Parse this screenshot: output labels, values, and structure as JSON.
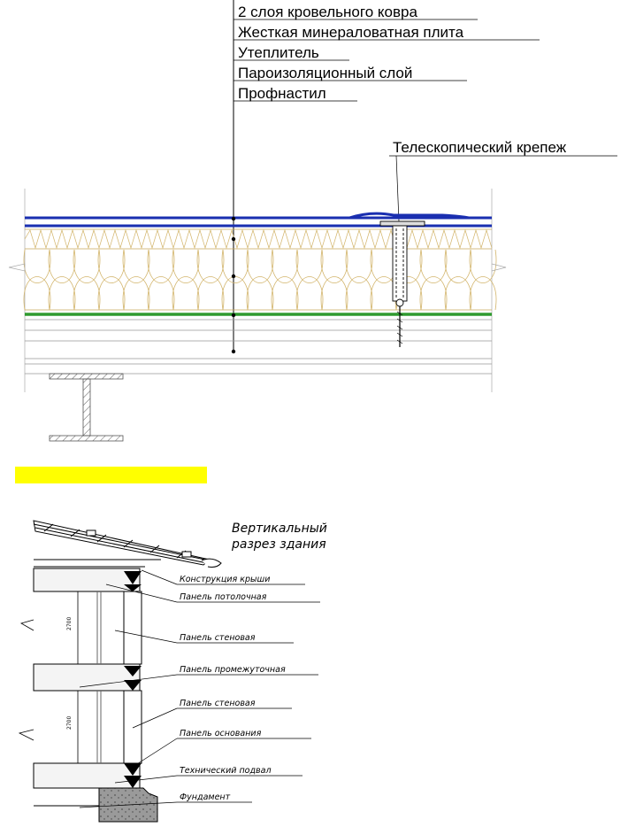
{
  "roof_section": {
    "layers": [
      "2 слоя кровельного ковра",
      "Жесткая минераловатная плита",
      "Утеплитель",
      "Пароизоляционный слой",
      "Профнастил"
    ],
    "fastener_label": "Телескопический крепеж",
    "colors": {
      "roofing_membrane": "#1a2fb0",
      "vapor_barrier": "#2e9a2e",
      "insulation": "#d2b46a"
    }
  },
  "highlight_bar_color": "#ffff00",
  "building_section": {
    "title_line1": "Вертикальный",
    "title_line2": "разрез здания",
    "callouts": [
      "Конструкция крыши",
      "Панель потолочная",
      "Панель стеновая",
      "Панель промежуточная",
      "Панель стеновая",
      "Панель основания",
      "Технический подвал",
      "Фундамент"
    ],
    "dimension_labels": [
      "2700",
      "2700"
    ]
  }
}
